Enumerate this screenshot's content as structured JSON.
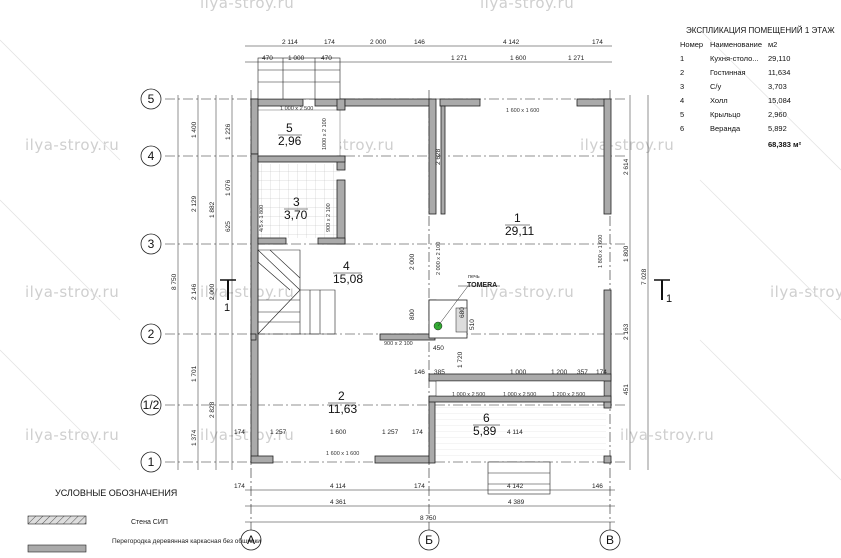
{
  "watermark": "ilya-stroy.ru",
  "table": {
    "title": "ЭКСПЛИКАЦИЯ ПОМЕЩЕНИЙ 1 ЭТАЖ",
    "headers": [
      "Номер",
      "Наименование",
      "м2"
    ],
    "rows": [
      {
        "num": "1",
        "name": "Кухня-столо...",
        "area": "29,110"
      },
      {
        "num": "2",
        "name": "Гостинная",
        "area": "11,634"
      },
      {
        "num": "3",
        "name": "С/у",
        "area": "3,703"
      },
      {
        "num": "4",
        "name": "Холл",
        "area": "15,084"
      },
      {
        "num": "5",
        "name": "Крыльцо",
        "area": "2,960"
      },
      {
        "num": "6",
        "name": "Веранда",
        "area": "5,892"
      }
    ],
    "total": "68,383 м²"
  },
  "rooms": [
    {
      "num": "1",
      "area": "29,11"
    },
    {
      "num": "2",
      "area": "11,63"
    },
    {
      "num": "3",
      "area": "3,70"
    },
    {
      "num": "4",
      "area": "15,08"
    },
    {
      "num": "5",
      "area": "2,96"
    },
    {
      "num": "6",
      "area": "5,89"
    }
  ],
  "axes_rows": [
    "5",
    "4",
    "3",
    "2",
    "1/2",
    "1"
  ],
  "axes_cols": [
    "А",
    "Б",
    "В"
  ],
  "cut_mark": "1",
  "stove": {
    "label": "печь",
    "brand": "TOMERA"
  },
  "dims": {
    "top1": [
      "2 114",
      "174",
      "2 000",
      "146",
      "4 142",
      "174"
    ],
    "top2": [
      "470",
      "1 000",
      "470",
      "1 271",
      "1 600",
      "1 271"
    ],
    "left_outer": "8 750",
    "left1": [
      "1 400",
      "2 129",
      "2 146",
      "1 701",
      "1 374"
    ],
    "left2": [
      "1 226",
      "1 076",
      "1 882",
      "625",
      "2 000",
      "2 828"
    ],
    "right_outer": "7 028",
    "right1": [
      "2 614",
      "1 800",
      "2 163",
      "451"
    ],
    "bottom1": [
      "174",
      "4 114",
      "174",
      "4 142",
      "146"
    ],
    "bottom2": [
      "4 361",
      "4 389"
    ],
    "bottom_total": "8 750",
    "inner": {
      "porch_win": "1 000 х 2 500",
      "door_5": "1000 х 2 100",
      "win_kitchen_top": "1 600 х 1 600",
      "kitchen_d1": "2 628",
      "door_wc": "900 х 2 100",
      "wc_win": "4/5 х 1 800",
      "hall_v": "2 000",
      "door_kitchen": "2 000 х 2 100",
      "win_right": "1 800 х 1 600",
      "door_hall": "900 х 2 100",
      "stove_a": "680",
      "stove_b": "510",
      "stove_c": "450",
      "stove_d": "1 720",
      "hall_800": "800",
      "ver_row": [
        "146",
        "385",
        "1 000",
        "1 200",
        "357",
        "174"
      ],
      "ver_wins": [
        "1 000 х 2 500",
        "1 000 х 2 500",
        "1 200 х 2 500"
      ],
      "liv_row": [
        "174",
        "1 257",
        "1 600",
        "1 257",
        "174"
      ],
      "liv_win": "1 600 х 1 600",
      "ver_length": "4 114"
    }
  },
  "legend": {
    "title": "УСЛОВНЫЕ ОБОЗНАЧЕНИЯ",
    "items": [
      "Стена СИП",
      "Перегородка деревянная каркасная без обшивки"
    ]
  }
}
